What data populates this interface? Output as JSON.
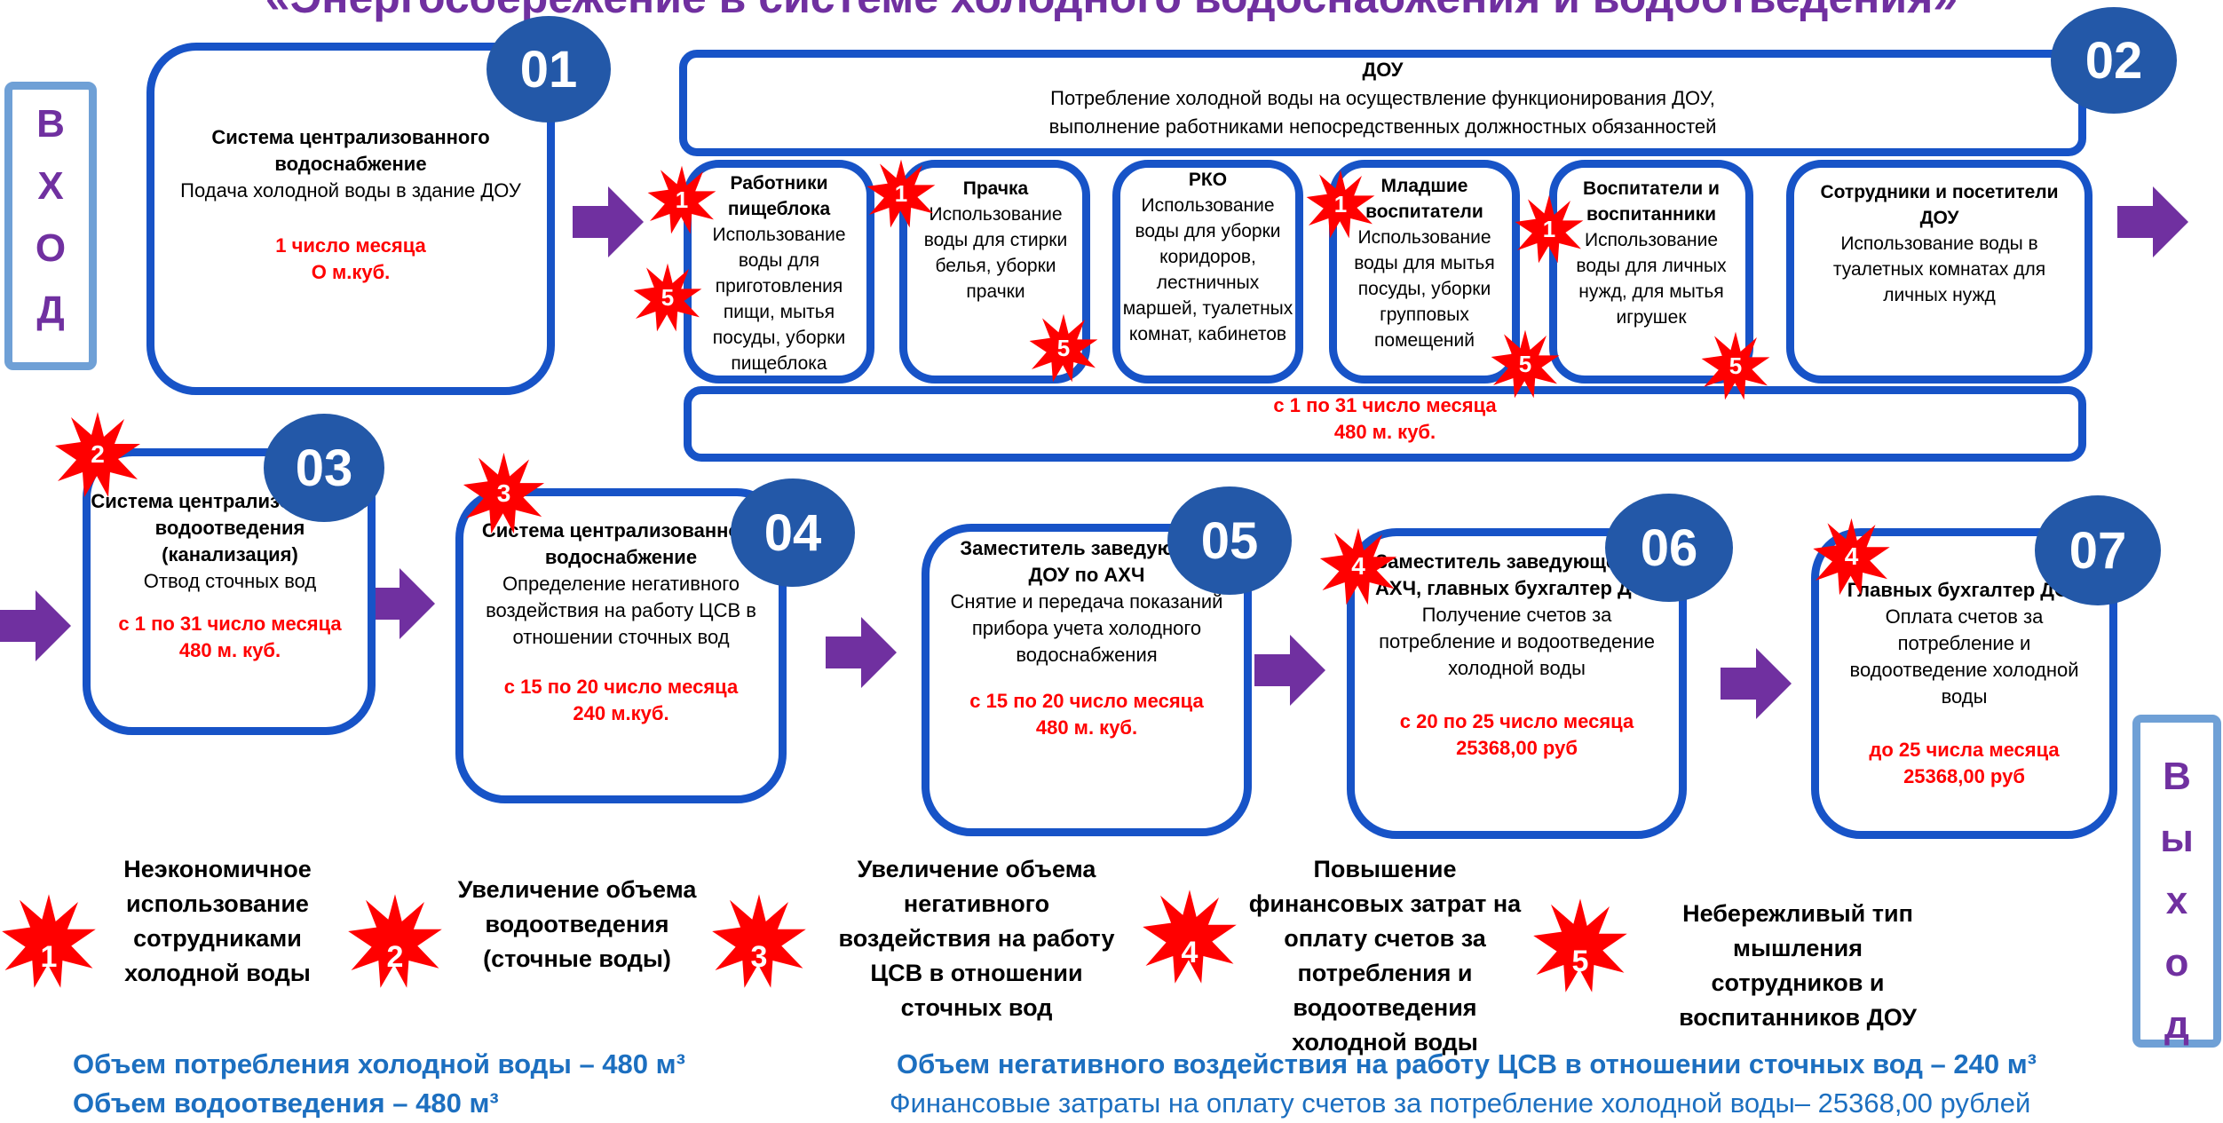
{
  "title": "«Энергосбережение в системе холодного водоснабжения и водоотведения»",
  "entry_label": "ВХОД",
  "exit_label": "Выход",
  "colors": {
    "box_border": "#1753c7",
    "badge": "#2358a8",
    "arrow": "#7030a0",
    "star": "#ff0000",
    "accent_text": "#1c6fc0"
  },
  "blocks": {
    "b01": {
      "number": "01",
      "title": "Система централизованного водоснабжение",
      "text": "Подача холодной воды в здание ДОУ",
      "date": "1 число месяца",
      "value": "О м.куб."
    },
    "b02": {
      "number": "02",
      "title": "ДОУ",
      "text": "Потребление холодной воды на осуществление функционирования ДОУ,\nвыполнение работниками непосредственных должностных обязанностей",
      "footer_date": "с 1 по 31 число месяца",
      "footer_value": "480 м. куб.",
      "subs": [
        {
          "title": "Работники пищеблока",
          "text": "Использование воды для приготовления пищи, мытья посуды, уборки пищеблока"
        },
        {
          "title": "Прачка",
          "text": "Использование воды для стирки белья, уборки прачки"
        },
        {
          "title": "РКО",
          "text": "Использование воды для уборки коридоров, лестничных маршей, туалетных комнат, кабинетов"
        },
        {
          "title": "Младшие воспитатели",
          "text": "Использование воды для мытья посуды, уборки групповых помещений"
        },
        {
          "title": "Воспитатели и воспитанники",
          "text": "Использование воды для личных нужд, для мытья игрушек"
        },
        {
          "title": "Сотрудники и посетители ДОУ",
          "text": "Использование воды в туалетных комнатах для личных нужд"
        }
      ]
    },
    "b03": {
      "number": "03",
      "title": "Система централизованного водоотведения (канализация)",
      "text": "Отвод сточных вод",
      "date": "с 1 по 31 число месяца",
      "value": "480 м. куб."
    },
    "b04": {
      "number": "04",
      "title": "Система централизованного водоснабжение",
      "text": "Определение негативного воздействия на работу ЦСВ в отношении сточных вод",
      "date": "с 15 по 20 число месяца",
      "value": "240 м.куб."
    },
    "b05": {
      "number": "05",
      "title": "Заместитель заведующей ДОУ по АХЧ",
      "text": "Снятие и передача показаний прибора учета холодного водоснабжения",
      "date": "с 15 по 20 число месяца",
      "value": "480 м. куб."
    },
    "b06": {
      "number": "06",
      "title": "Заместитель заведующей по АХЧ, главных бухгалтер ДОУ",
      "text": "Получение счетов за потребление и водоотведение холодной воды",
      "date": "с 20 по 25 число месяца",
      "value": "25368,00 руб"
    },
    "b07": {
      "number": "07",
      "title": "Главных бухгалтер ДОУ",
      "text": "Оплата счетов за потребление и водоотведение холодной воды",
      "date": "до 25 числа месяца",
      "value": "25368,00 руб"
    }
  },
  "markers": {
    "m1": "1",
    "m2": "2",
    "m3": "3",
    "m4": "4",
    "m5": "5"
  },
  "legend": [
    {
      "num": "1",
      "text": "Неэкономичное использование сотрудниками холодной воды"
    },
    {
      "num": "2",
      "text": "Увеличение объема водоотведения (сточные воды)"
    },
    {
      "num": "3",
      "text": "Увеличение объема негативного воздействия на работу ЦСВ в отношении сточных вод"
    },
    {
      "num": "4",
      "text": "Повышение финансовых затрат на оплату счетов за потребления и водоотведения холодной воды"
    },
    {
      "num": "5",
      "text": "Небережливый тип мышления сотрудников и воспитанников ДОУ"
    }
  ],
  "summary": {
    "s1": "Объем потребления холодной воды – 480 м³",
    "s2": "Объем водоотведения – 480 м³",
    "s3": "Объем негативного воздействия на работу ЦСВ в отношении сточных вод – 240 м³",
    "s4": "Финансовые затраты на оплату счетов за потребление холодной воды– 25368,00 рублей"
  }
}
